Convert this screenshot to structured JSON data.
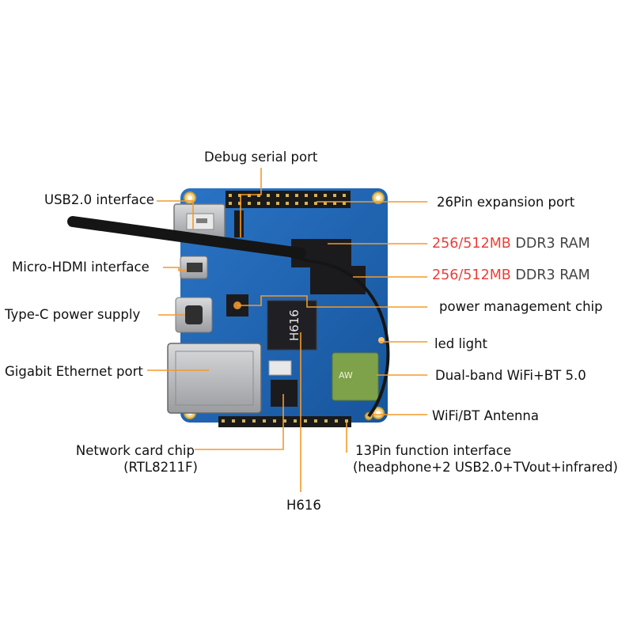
{
  "colors": {
    "board": "#1d64b4",
    "board_dark": "#154f92",
    "leader": "#f39a2b",
    "ram_size": "#e8413a",
    "ram_type": "#444444",
    "chip": "#1b1b1d",
    "metal": "#b7b9bc",
    "pin": "#2a2a2a"
  },
  "labels": {
    "debug_serial": "Debug serial port",
    "usb20": "USB2.0 interface",
    "expansion": "26Pin expansion port",
    "ram1_size": "256/512MB",
    "ram1_type": "DDR3 RAM",
    "ram2_size": "256/512MB",
    "ram2_type": "DDR3 RAM",
    "micro_hdmi": "Micro-HDMI interface",
    "type_c": "Type-C power supply",
    "pmic": "power management chip",
    "led": "led light",
    "ethernet": "Gigabit Ethernet port",
    "wifi_bt": "Dual-band WiFi+BT 5.0",
    "antenna": "WiFi/BT Antenna",
    "network_chip": "Network card chip",
    "network_chip_model": "(RTL8211F)",
    "func13_title": "13Pin function interface",
    "func13_detail": "(headphone+2 USB2.0+TVout+infrared)",
    "soc": "H616"
  },
  "board_marks": {
    "soc_text": "H616",
    "wifi_module_text": "AW"
  }
}
